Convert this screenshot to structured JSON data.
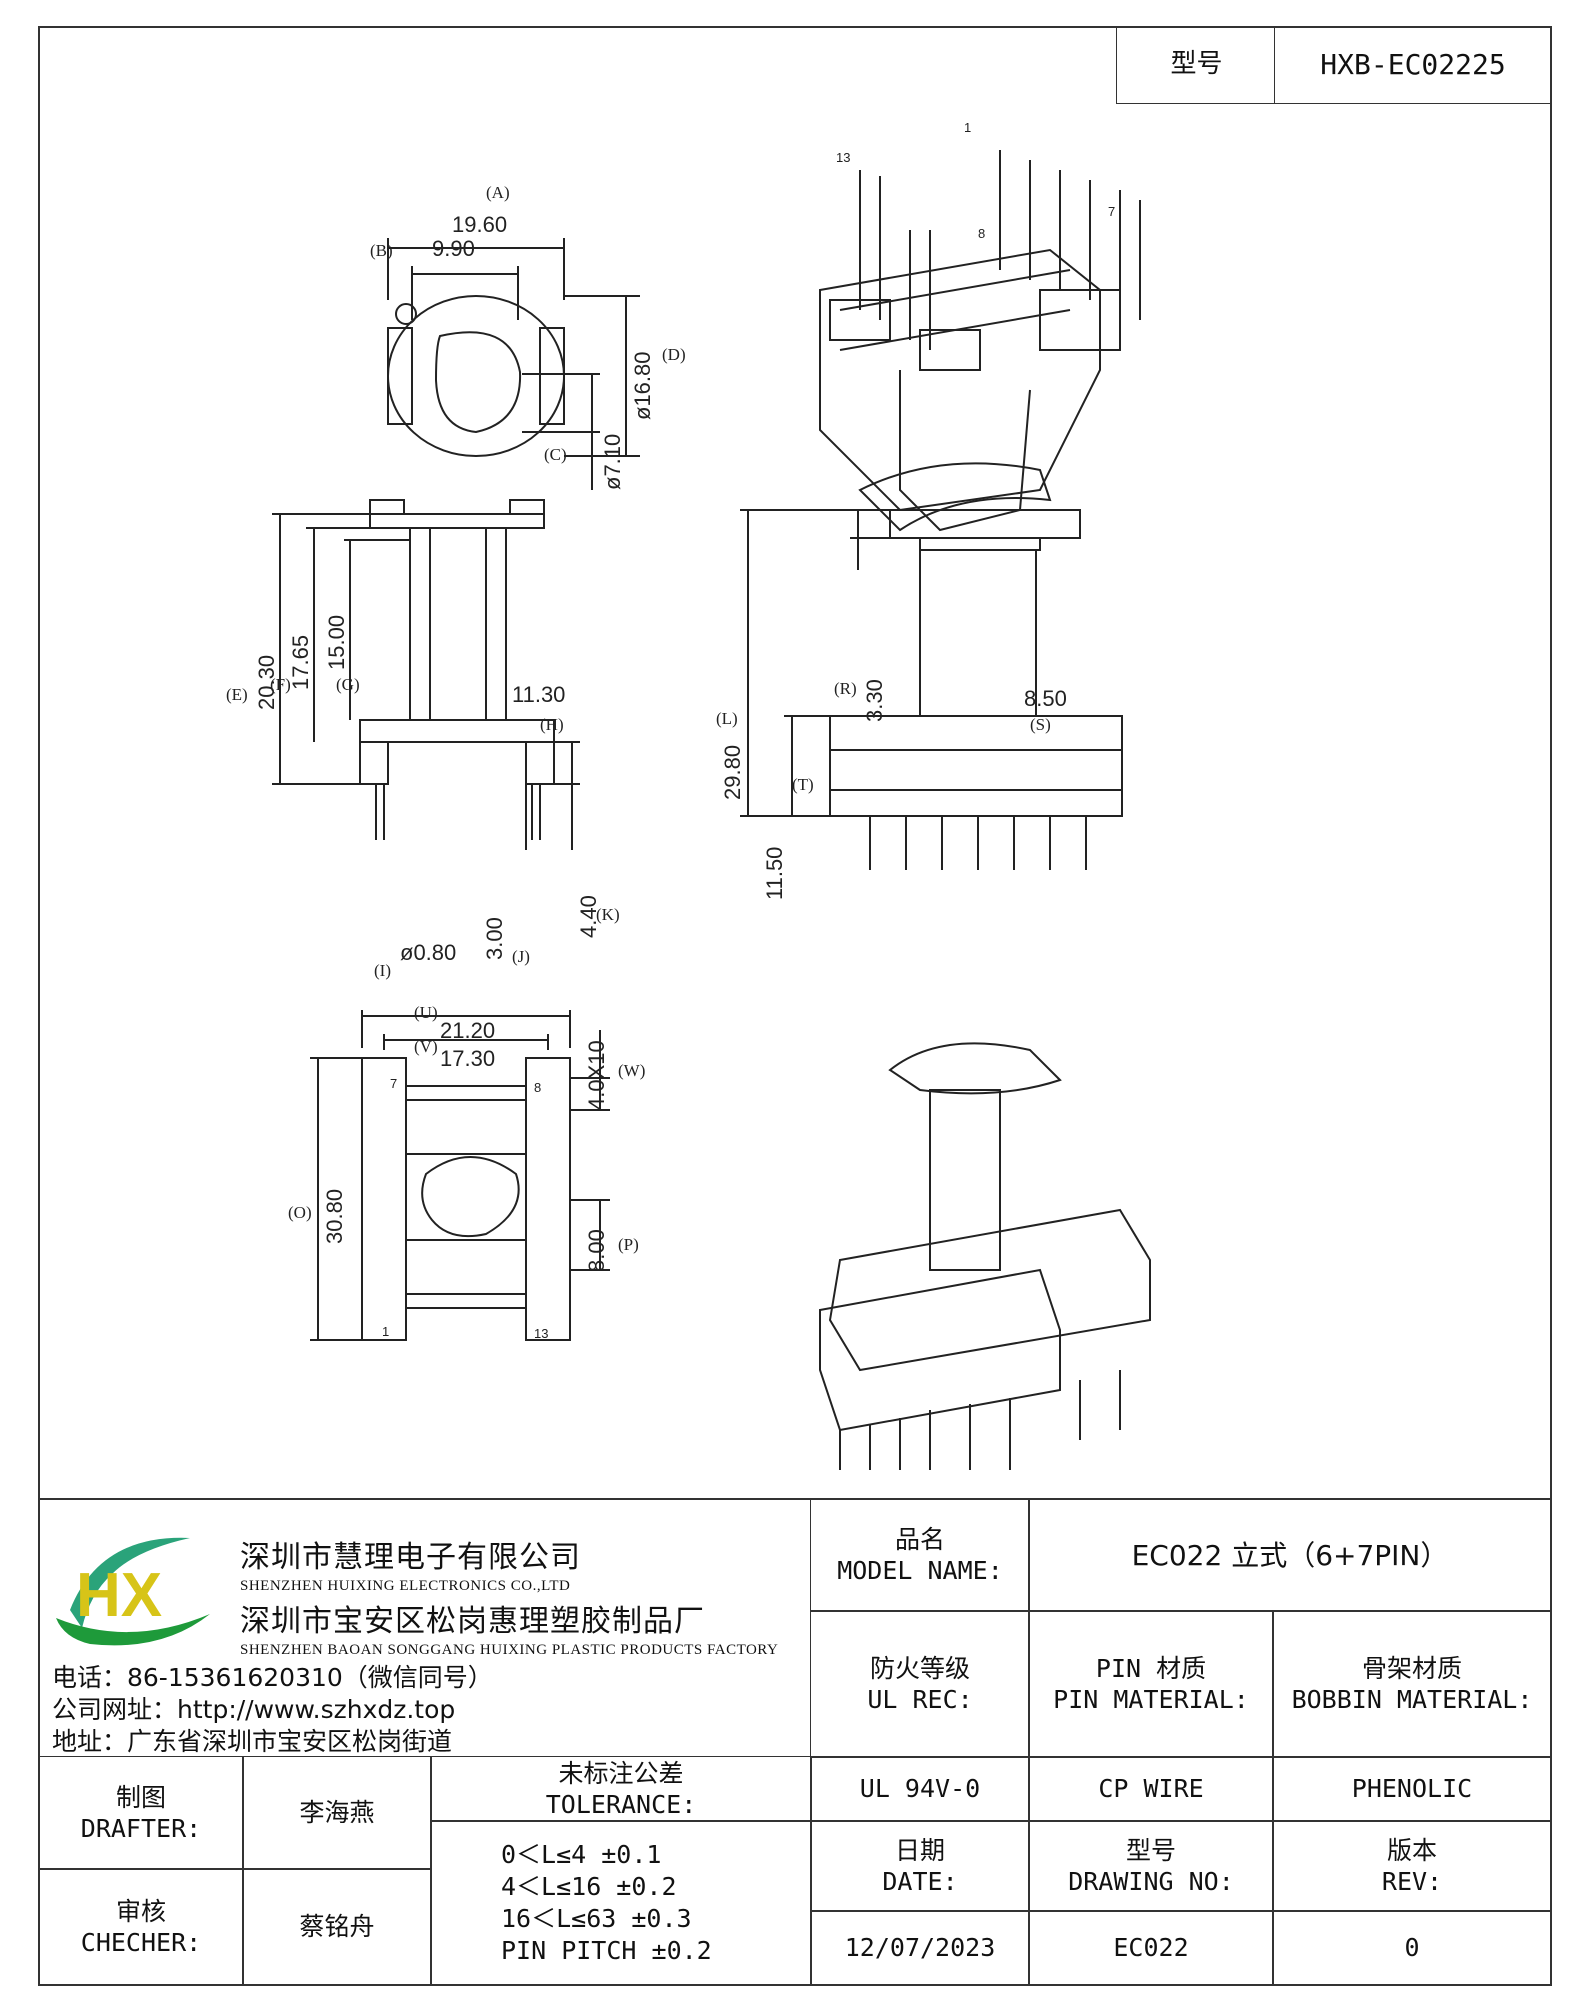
{
  "header": {
    "model_label": "型号",
    "model_value": "HXB-EC02225"
  },
  "drawing": {
    "top_view": {
      "dims": {
        "A": "19.60",
        "B": "9.90",
        "C": "ø7.10",
        "D": "ø16.80"
      },
      "tags": {
        "A": "(A)",
        "B": "(B)",
        "C": "(C)",
        "D": "(D)"
      }
    },
    "front_view": {
      "dims": {
        "E": "20.30",
        "F": "17.65",
        "G": "15.00",
        "H": "11.30",
        "I": "ø0.80",
        "J": "3.00",
        "K": "4.40"
      },
      "tags": {
        "E": "(E)",
        "F": "(F)",
        "G": "(G)",
        "H": "(H)",
        "I": "(I)",
        "J": "(J)",
        "K": "(K)"
      }
    },
    "side_view": {
      "dims": {
        "L": "29.80",
        "R": "3.30",
        "S": "8.50",
        "T": "11.50"
      },
      "tags": {
        "L": "(L)",
        "R": "(R)",
        "S": "(S)",
        "T": "(T)"
      }
    },
    "bottom_view": {
      "dims": {
        "U": "21.20",
        "V": "17.30",
        "O": "30.80",
        "W": "4.0X10",
        "P": "8.00"
      },
      "tags": {
        "U": "(U)",
        "V": "(V)",
        "O": "(O)",
        "W": "(W)",
        "P": "(P)"
      },
      "pins": {
        "p7": "7",
        "p8": "8",
        "p1": "1",
        "p13": "13"
      }
    },
    "iso_top": {
      "pins": {
        "p13": "13",
        "p1": "1",
        "p7": "7",
        "p8": "8"
      }
    }
  },
  "company": {
    "name_cn": "深圳市慧理电子有限公司",
    "name_en": "SHENZHEN HUIXING ELECTRONICS CO.,LTD",
    "factory_cn": "深圳市宝安区松岗惠理塑胶制品厂",
    "factory_en": "SHENZHEN BAOAN SONGGANG HUIXING PLASTIC PRODUCTS FACTORY",
    "phone": "电话：86-15361620310（微信同号）",
    "website": "公司网址：http://www.szhxdz.top",
    "address": "地址：广东省深圳市宝安区松岗街道",
    "logo_text": "HX",
    "colors": {
      "green": "#1e9a3a",
      "yellow": "#d7c418",
      "teal": "#2aa37a"
    }
  },
  "title_block": {
    "model_name_cn": "品名",
    "model_name_en": "MODEL NAME:",
    "model_name_value": "EC022 立式（6+7PIN）",
    "ul_cn": "防火等级",
    "ul_en": "UL REC:",
    "pin_mat_cn": "PIN 材质",
    "pin_mat_en": "PIN MATERIAL:",
    "bobbin_cn": "骨架材质",
    "bobbin_en": "BOBBIN MATERIAL:",
    "ul_value": "UL 94V-0",
    "pin_value": "CP WIRE",
    "bobbin_value": "PHENOLIC",
    "date_cn": "日期",
    "date_en": "DATE:",
    "drawing_no_cn": "型号",
    "drawing_no_en": "DRAWING NO:",
    "rev_cn": "版本",
    "rev_en": "REV:",
    "date_value": "12/07/2023",
    "drawing_no_value": "EC022",
    "rev_value": "0",
    "drafter_cn": "制图",
    "drafter_en": "DRAFTER:",
    "drafter_name": "李海燕",
    "checker_cn": "审核",
    "checker_en": "CHECHER:",
    "checker_name": "蔡铭舟",
    "tolerance_cn": "未标注公差",
    "tolerance_en": "TOLERANCE:",
    "tolerance_lines": [
      "0＜L≤4  ±0.1",
      "4＜L≤16 ±0.2",
      "16＜L≤63 ±0.3",
      "PIN PITCH ±0.2"
    ]
  }
}
